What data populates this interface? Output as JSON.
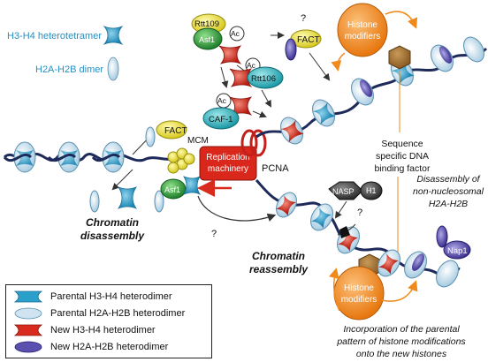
{
  "labels": {
    "h3h4_tetramer": "H3-H4 heterotetramer",
    "h2a_dimer": "H2A-H2B dimer",
    "rtt109": "Rtt109",
    "asf1": "Asf1",
    "ac": "Ac",
    "rtt106": "Rtt106",
    "caf1": "CAF-1",
    "fact": "FACT",
    "mcm": "MCM",
    "replication_machinery_line1": "Replication",
    "replication_machinery_line2": "machinery",
    "pcna": "PCNA",
    "histone_modifiers_line1": "Histone",
    "histone_modifiers_line2": "modifiers",
    "question": "?",
    "sequence_dna_line1": "Sequence",
    "sequence_dna_line2": "specific DNA",
    "sequence_dna_line3": "binding factor",
    "nasp": "NASP",
    "h1": "H1",
    "disassembly_nonnuc_line1": "Disassembly of",
    "disassembly_nonnuc_line2": "non-nucleosomal",
    "disassembly_nonnuc_line3": "H2A-H2B",
    "nap1": "Nap1",
    "chromatin_disassembly_line1": "Chromatin",
    "chromatin_disassembly_line2": "disassembly",
    "chromatin_reassembly_line1": "Chromatin",
    "chromatin_reassembly_line2": "reassembly",
    "incorporation_line1": "Incorporation of the parental",
    "incorporation_line2": "pattern of histone modifications",
    "incorporation_line3": "onto the new histones"
  },
  "legend": [
    {
      "label": "Parental H3-H4 heterodimer",
      "icon": "parental-h3h4-icon"
    },
    {
      "label": "Parental H2A-H2B heterodimer",
      "icon": "parental-h2a-icon"
    },
    {
      "label": "New H3-H4 heterodimer",
      "icon": "new-h3h4-icon"
    },
    {
      "label": "New H2A-H2B heterodimer",
      "icon": "new-h2a-icon"
    }
  ],
  "colors": {
    "parental_h3h4": "#2a9fc9",
    "parental_h2a": "#cfe3f0",
    "new_h3h4": "#d92a1e",
    "new_h2a": "#5b4fb0",
    "dna": "#1e2a5a",
    "histone_modifiers": "#f08a1c",
    "rtt109": "#f0e43a",
    "asf1": "#2a9a3a",
    "rtt106": "#2ab0b8",
    "caf1": "#2ab0b8",
    "fact": "#e8e02a",
    "nasp": "#3a3a3a",
    "replication": "#e0281e"
  }
}
